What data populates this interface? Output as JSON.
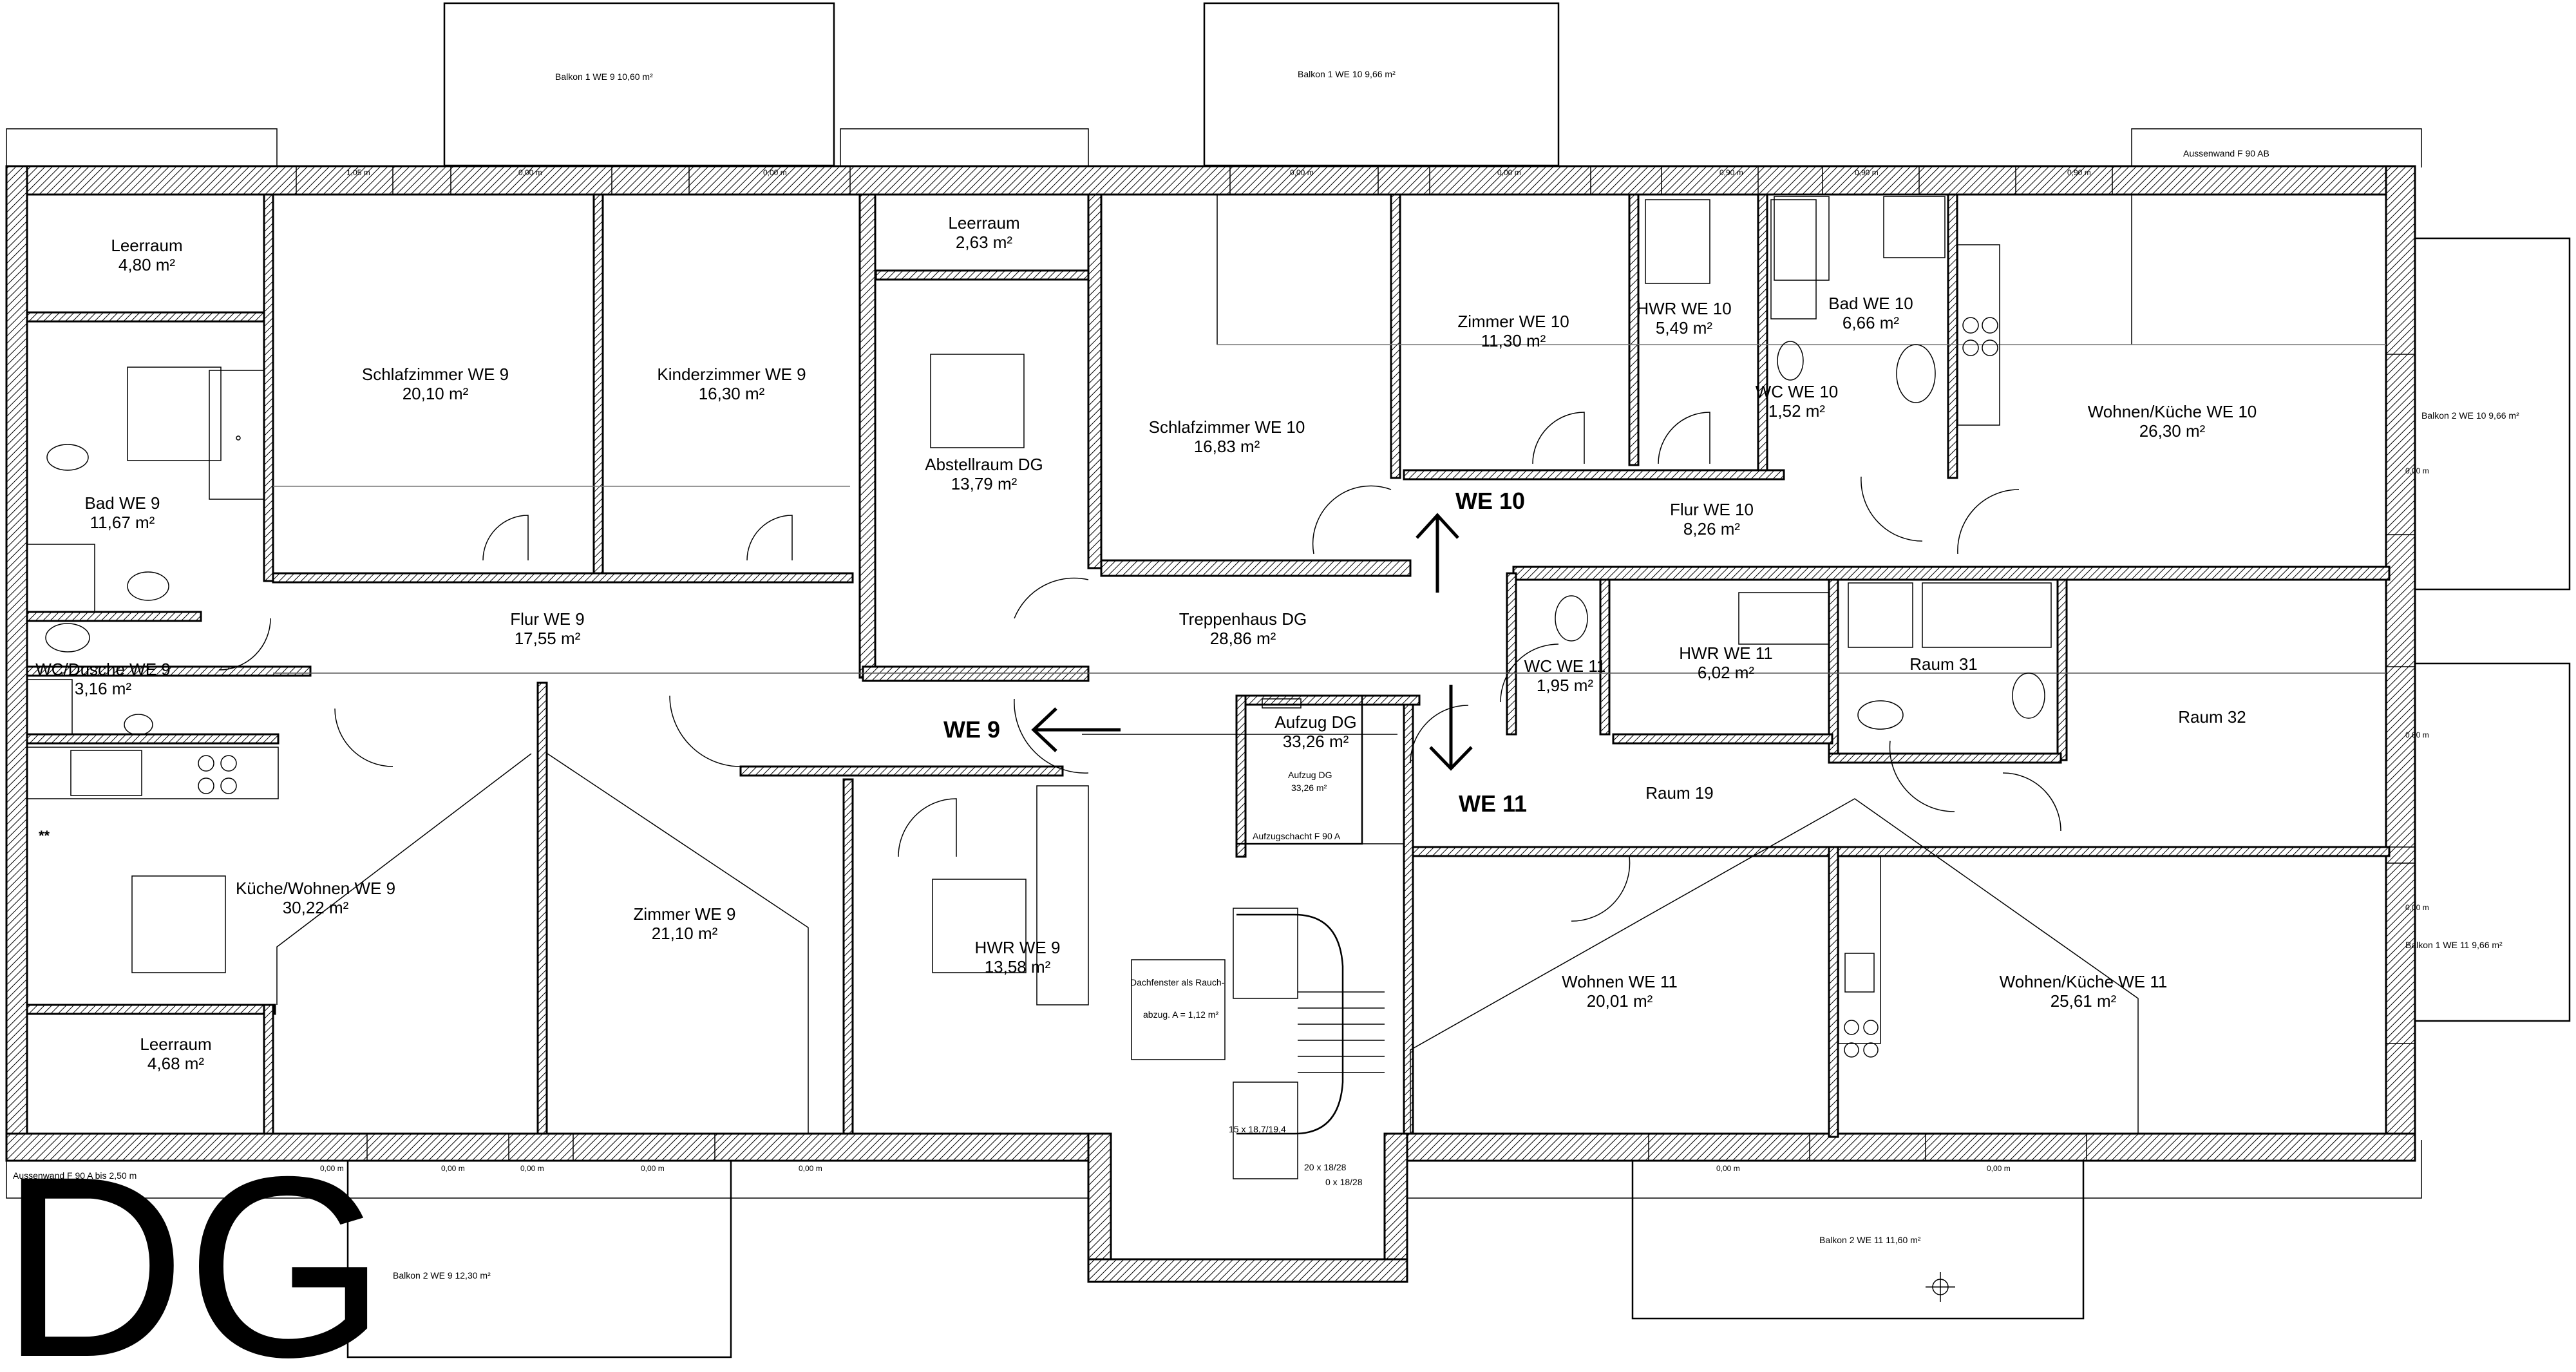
{
  "plan_label": "DG",
  "rooms": [
    {
      "name": "Leerraum",
      "area": "4,80 m²"
    },
    {
      "name": "Schlafzimmer WE 9",
      "area": "20,10 m²"
    },
    {
      "name": "Kinderzimmer WE 9",
      "area": "16,30 m²"
    },
    {
      "name": "Leerraum",
      "area": "2,63 m²"
    },
    {
      "name": "Abstellraum DG",
      "area": "13,79 m²"
    },
    {
      "name": "Schlafzimmer WE 10",
      "area": "16,83 m²"
    },
    {
      "name": "Zimmer WE 10",
      "area": "11,30 m²"
    },
    {
      "name": "HWR WE 10",
      "area": "5,49 m²"
    },
    {
      "name": "Bad WE 10",
      "area": "6,66 m²"
    },
    {
      "name": "WC WE 10",
      "area": "1,52 m²"
    },
    {
      "name": "Wohnen/Küche WE 10",
      "area": "26,30 m²"
    },
    {
      "name": "Bad WE 9",
      "area": "11,67 m²"
    },
    {
      "name": "Flur WE 9",
      "area": "17,55 m²"
    },
    {
      "name": "Flur WE 10",
      "area": "8,26 m²"
    },
    {
      "name": "Treppenhaus DG",
      "area": "28,86 m²"
    },
    {
      "name": "WC/Dusche WE 9",
      "area": "3,16 m²"
    },
    {
      "name": "WC WE 11",
      "area": "1,95 m²"
    },
    {
      "name": "HWR WE 11",
      "area": "6,02 m²"
    },
    {
      "name": "Raum 31",
      "area": ""
    },
    {
      "name": "Raum 32",
      "area": ""
    },
    {
      "name": "Aufzug DG",
      "area": "33,26 m²"
    },
    {
      "name": "Raum 19",
      "area": ""
    },
    {
      "name": "Küche/Wohnen WE 9",
      "area": "30,22 m²"
    },
    {
      "name": "Zimmer WE 9",
      "area": "21,10 m²"
    },
    {
      "name": "HWR WE 9",
      "area": "13,58 m²"
    },
    {
      "name": "Wohnen WE 11",
      "area": "20,01 m²"
    },
    {
      "name": "Wohnen/Küche WE 11",
      "area": "25,61 m²"
    },
    {
      "name": "Leerraum",
      "area": "4,68 m²"
    }
  ],
  "balconies": [
    {
      "label": "Balkon 1 WE 9  10,60 m²"
    },
    {
      "label": "Balkon 1 WE 10  9,66 m²"
    },
    {
      "label": "Balkon 2  WE 10  9,66 m²"
    },
    {
      "label": "Balkon 1  WE 11  9,66 m²"
    },
    {
      "label": "Balkon 2 WE 9  12,30  m²"
    },
    {
      "label": "Balkon 2 WE 11  11,60 m²"
    }
  ],
  "units": [
    {
      "label": "WE 10"
    },
    {
      "label": "WE 9"
    },
    {
      "label": "WE 11"
    }
  ],
  "annotations": {
    "aussenwand_top": "Aussenwand F 90 AB",
    "aussenwand_bottom": "Aussenwand F 90 A bis 2,50 m",
    "aufzug_small": "Aufzug DG",
    "aufzug_small_area": "33,26 m²",
    "aufzugschacht": "Aufzugschacht F 90 A",
    "dachfenster_1": "Dachfenster als Rauch-",
    "dachfenster_2": "abzug. A = 1,12 m²",
    "stair_1": "15 x 18,7/19,4",
    "stair_2": "20 x 18/28",
    "stair_3": "0 x 18/28",
    "star": "**"
  },
  "window_marks": {
    "m1": "1,05 m",
    "m2": "0,00 m",
    "m3": "0,00 m",
    "m4": "0,00 m",
    "m5": "0,00 m",
    "m6": "0,90 m",
    "m7": "0,90 m",
    "m8": "0,90 m",
    "r1": "0,00 m",
    "r2": "0,00 m",
    "r3": "0,00 m",
    "b1": "0,00 m",
    "b2": "0,00 m",
    "b3": "0,00 m",
    "b4": "0,00 m",
    "b5": "0,00 m",
    "b6": "0,00 m",
    "b7": "0,00 m"
  }
}
